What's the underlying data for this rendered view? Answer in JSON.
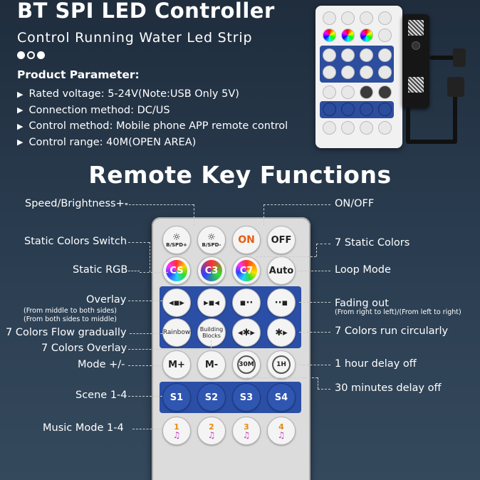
{
  "header": {
    "title": "BT SPI LED Controller",
    "subtitle": "Control Running Water Led Strip"
  },
  "parameters": {
    "heading": "Product Parameter:",
    "bullet": "▶",
    "items": [
      "Rated voltage: 5-24V(Note:USB Only 5V)",
      "Connection method: DC/US",
      "Control method: Mobile phone APP remote control",
      "Control range: 40M(OPEN AREA)"
    ]
  },
  "section_title": "Remote Key Functions",
  "left_labels": {
    "speed": "Speed/Brightness+-",
    "static_switch": "Static Colors Switch",
    "static_rgb": "Static RGB",
    "overlay": "Overlay",
    "overlay_sub1": "(From middle to both sides)",
    "overlay_sub2": "(From both sides to middle)",
    "flow": "7 Colors Flow gradually",
    "seven_overlay": "7 Colors Overlay",
    "mode": "Mode +/-",
    "scene": "Scene 1-4",
    "music": "Music Mode 1-4"
  },
  "right_labels": {
    "onoff": "ON/OFF",
    "seven_static": "7 Static Colors",
    "loop": "Loop Mode",
    "fading": "Fading out",
    "fading_sub": "(From right to left)/(From left to right)",
    "circular": "7 Colors run circularly",
    "hour": "1 hour delay off",
    "thirty": "30 minutes delay off"
  },
  "remote": {
    "bspd_plus": "B/SPD+",
    "bspd_minus": "B/SPD-",
    "on": "ON",
    "off": "OFF",
    "cs": "CS",
    "c3": "C3",
    "c7": "C7",
    "auto": "Auto",
    "rainbow": "Rainbow",
    "building1": "Building",
    "building2": "Blocks",
    "mplus": "M+",
    "mminus": "M-",
    "t30": "30M",
    "t1h": "1H",
    "s1": "S1",
    "s2": "S2",
    "s3": "S3",
    "s4": "S4",
    "m1": "1",
    "m2": "2",
    "m3": "3",
    "m4": "4"
  },
  "colors": {
    "accent_orange": "#e85d10",
    "button_blue": "#2f56b0"
  }
}
